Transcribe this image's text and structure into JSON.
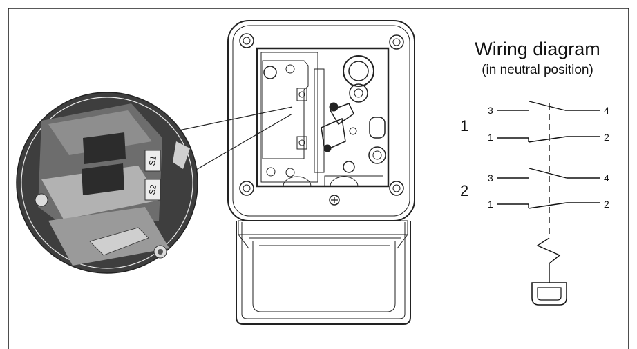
{
  "wiring": {
    "title": "Wiring diagram",
    "subtitle": "(in neutral position)",
    "group1_label": "1",
    "group2_label": "2",
    "g1_no_left": "3",
    "g1_no_right": "4",
    "g1_nc_left": "1",
    "g1_nc_right": "2",
    "g2_no_left": "3",
    "g2_no_right": "4",
    "g2_nc_left": "1",
    "g2_nc_right": "2"
  },
  "detail": {
    "switch_1_label": "S1",
    "switch_2_label": "S2"
  }
}
